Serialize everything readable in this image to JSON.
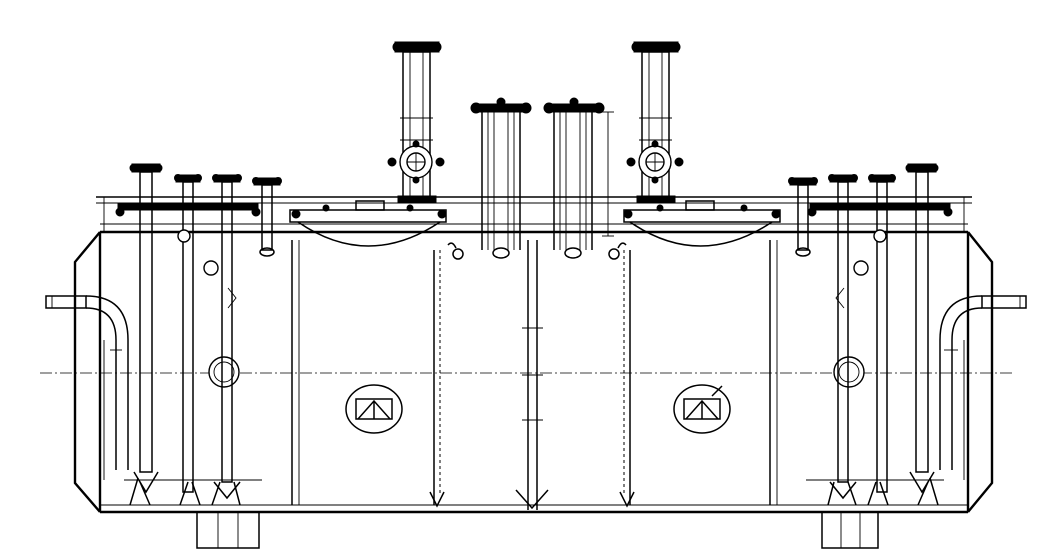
{
  "drawing": {
    "title": "",
    "background": "#ffffff",
    "line_color": "#000000",
    "components": [
      "vessel-shell",
      "left-head",
      "right-head",
      "baseplate",
      "left-saddle-support",
      "right-saddle-support",
      "manway-left",
      "manway-right",
      "vent-pipe-left",
      "vent-pipe-right",
      "sight-glass-left",
      "sight-glass-right",
      "centre-partition-baffle",
      "centre-nozzle-pipes",
      "left-inlet-elbow",
      "right-inlet-elbow",
      "dip-pipes-left",
      "dip-pipes-right",
      "weir-plates",
      "nameplate-symbols"
    ]
  }
}
